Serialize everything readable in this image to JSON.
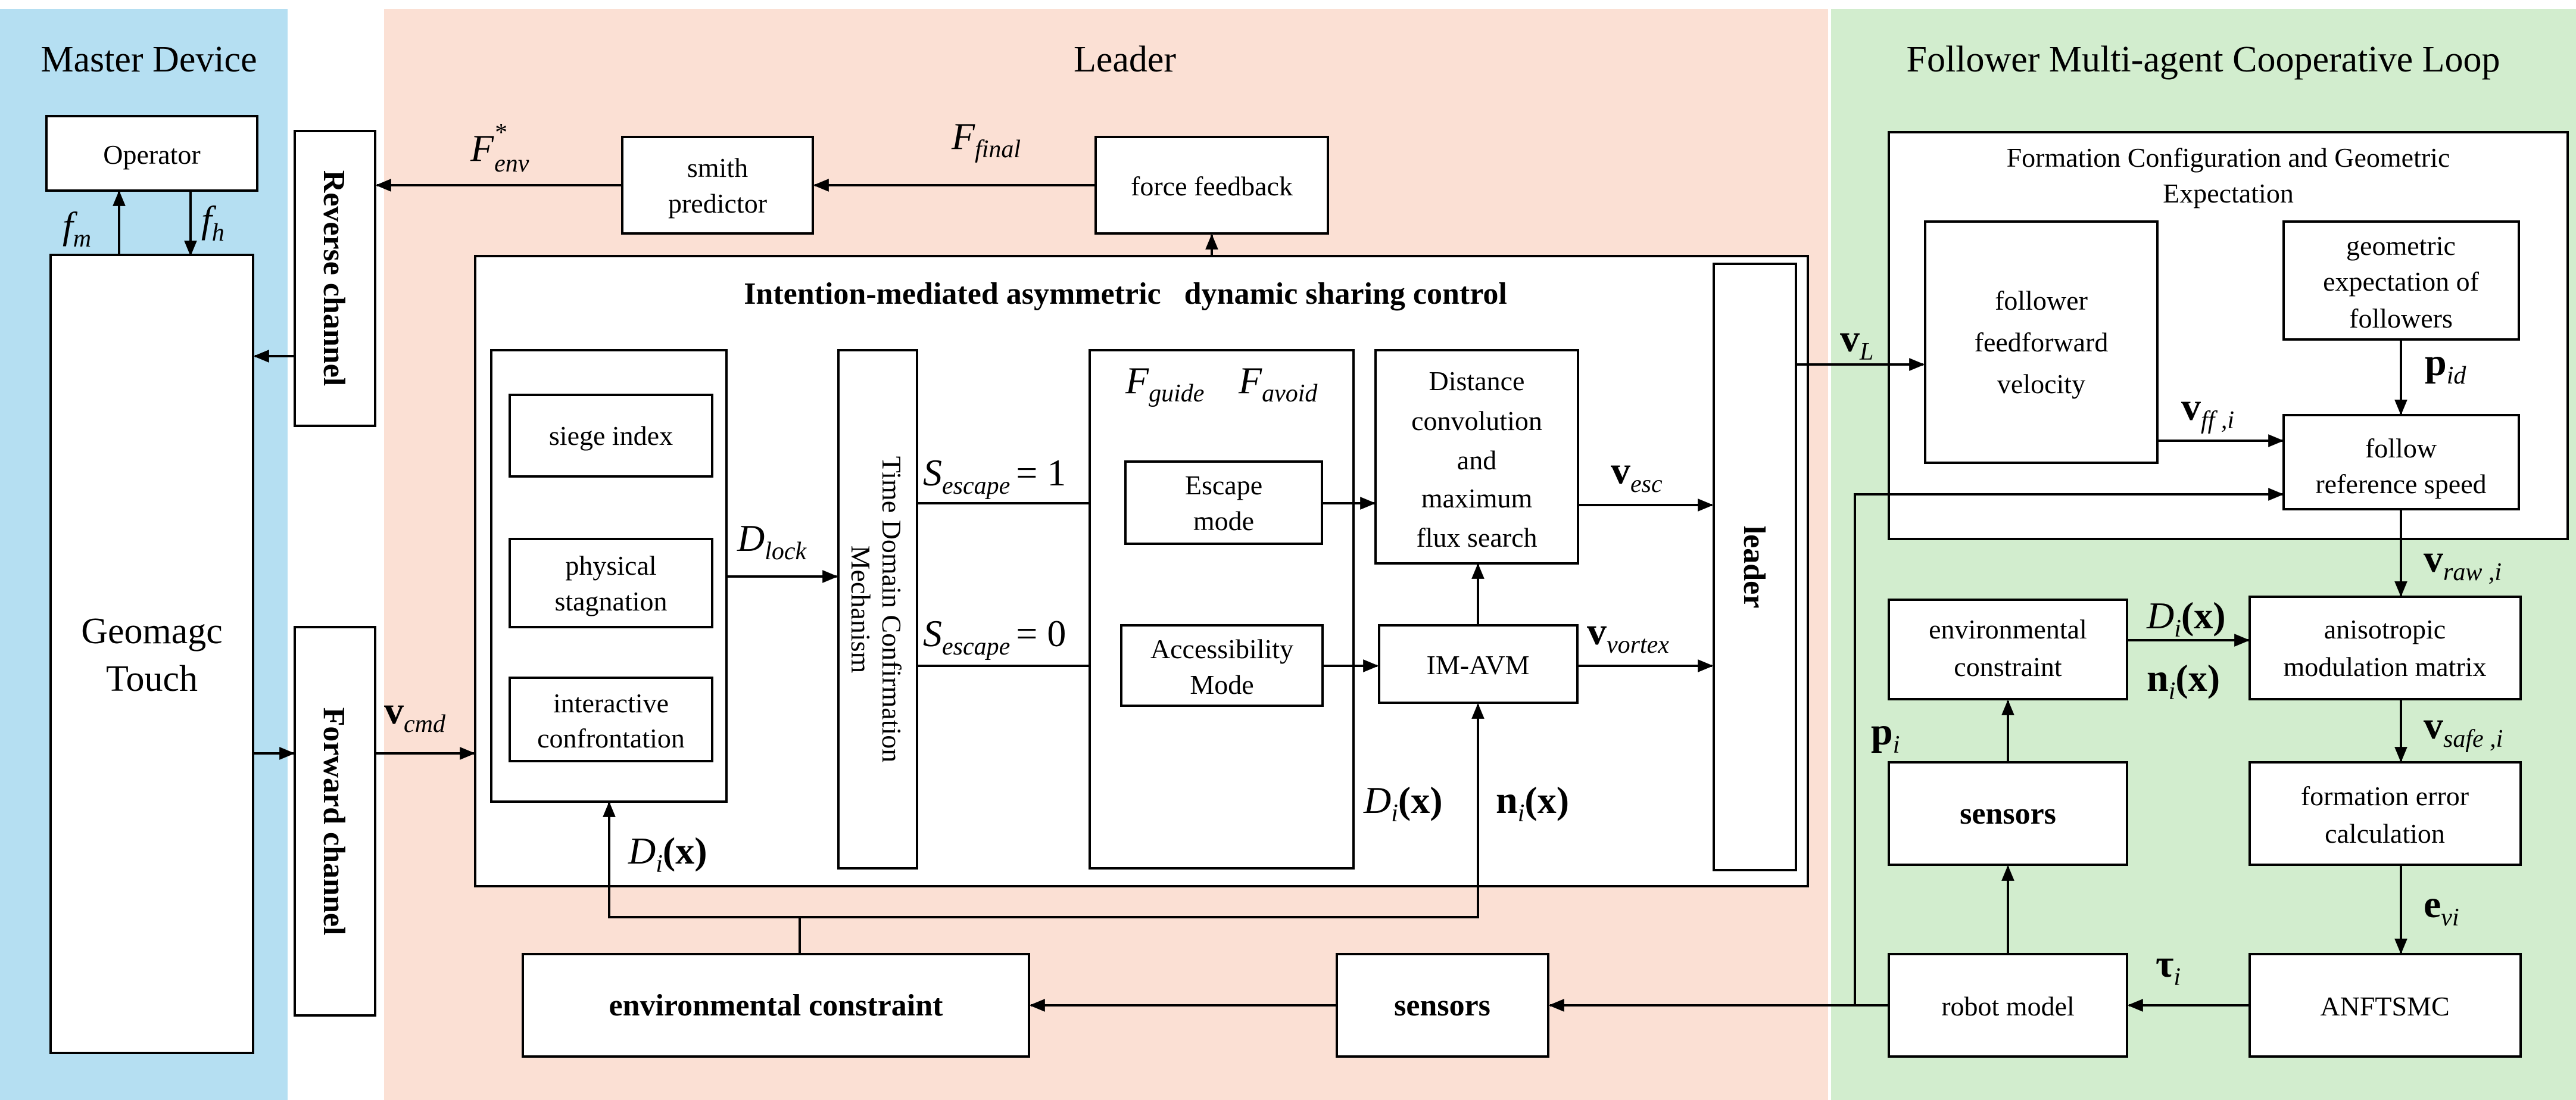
{
  "colors": {
    "master_bg": "#b5dff2",
    "leader_bg": "#fbe0d4",
    "follower_bg": "#d2edce",
    "stroke": "#000000",
    "box_fill": "#ffffff"
  },
  "regions": {
    "master": "Master Device",
    "leader": "Leader",
    "follower": "Follower Multi-agent Cooperative Loop"
  },
  "master": {
    "operator": "Operator",
    "geomagic": [
      "Geomagc",
      "Touch"
    ],
    "fm": {
      "base": "f",
      "sub": "m"
    },
    "fh": {
      "base": "f",
      "sub": "h"
    }
  },
  "channels": {
    "reverse": "Reverse channel",
    "forward": "Forward channel"
  },
  "leader": {
    "smith": [
      "smith",
      "predictor"
    ],
    "force_feedback": "force feedback",
    "f_env": {
      "base": "F",
      "sub": "env",
      "sup": "*"
    },
    "f_final": {
      "base": "F",
      "sub": "final"
    },
    "v_cmd": {
      "base": "v",
      "sub": "cmd"
    },
    "control_title": "Intention-mediated asymmetric   dynamic sharing control",
    "siege_index": "siege index",
    "physical_stagnation": [
      "physical",
      "stagnation"
    ],
    "interactive_confrontation": [
      "interactive",
      "confrontation"
    ],
    "d_lock": {
      "base": "D",
      "sub": "lock"
    },
    "tdcm": [
      "Time Domain Confirmation",
      "Mechanism"
    ],
    "s_escape_1": {
      "base": "S",
      "sub": "escape",
      "rhs": "= 1"
    },
    "s_escape_0": {
      "base": "S",
      "sub": "escape",
      "rhs": "= 0"
    },
    "f_guide": {
      "base": "F",
      "sub": "guide"
    },
    "f_avoid": {
      "base": "F",
      "sub": "avoid"
    },
    "escape_mode": [
      "Escape",
      "mode"
    ],
    "accessibility_mode": [
      "Accessibility",
      "Mode"
    ],
    "distance_conv": [
      "Distance",
      "convolution",
      "and",
      "maximum",
      "flux search"
    ],
    "im_avm": "IM-AVM",
    "v_esc": {
      "base": "v",
      "sub": "esc"
    },
    "v_vortex": {
      "base": "v",
      "sub": "vortex"
    },
    "leader_box": "leader",
    "di_x_inner": {
      "base": "D",
      "sub": "i",
      "arg": "(x)"
    },
    "ni_x_inner": {
      "base": "n",
      "sub": "i",
      "arg": "(x)"
    },
    "di_x_bottom": {
      "base": "D",
      "sub": "i",
      "arg": "(x)"
    },
    "env_constraint": "environmental constraint",
    "sensors": "sensors"
  },
  "follower": {
    "formation_title": [
      "Formation Configuration and Geometric",
      "Expectation"
    ],
    "feedforward": [
      "follower",
      "feedforward",
      "velocity"
    ],
    "geom_expectation": [
      "geometric",
      "expectation of",
      "followers"
    ],
    "follow_ref": [
      "follow",
      "reference speed"
    ],
    "aniso": [
      "anisotropic",
      "modulation matrix"
    ],
    "formation_error": [
      "formation error",
      "calculation"
    ],
    "anftsmc": "ANFTSMC",
    "robot_model": "robot model",
    "sensors": "sensors",
    "env_constraint": [
      "environmental",
      "constraint"
    ],
    "v_L": {
      "base": "v",
      "sub": "L"
    },
    "p_id": {
      "base": "p",
      "sub": "id"
    },
    "v_ff_i": {
      "base": "v",
      "sub": "ff ,i"
    },
    "v_raw_i": {
      "base": "v",
      "sub": "raw ,i"
    },
    "v_safe_i": {
      "base": "v",
      "sub": "safe ,i"
    },
    "e_vi": {
      "base": "e",
      "sub": "vi"
    },
    "tau_i": {
      "base": "τ",
      "sub": "i"
    },
    "p_i": {
      "base": "p",
      "sub": "i"
    },
    "di_x": {
      "base": "D",
      "sub": "i",
      "arg": "(x)"
    },
    "ni_x": {
      "base": "n",
      "sub": "i",
      "arg": "(x)"
    }
  }
}
